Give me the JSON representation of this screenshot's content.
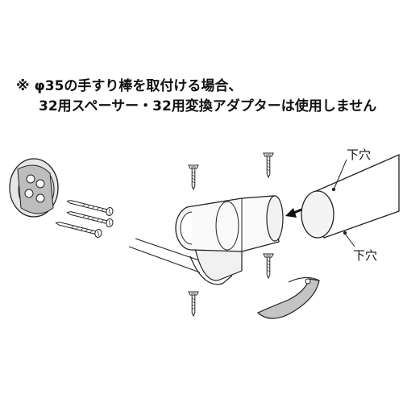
{
  "note": {
    "line1": "※ φ35の手すり棒を取付ける場合、",
    "line2": "32用スペーサー・32用変換アダプターは使用しません"
  },
  "callouts": {
    "bottom_hole_upper": "下穴",
    "bottom_hole_lower": "下穴"
  }
}
